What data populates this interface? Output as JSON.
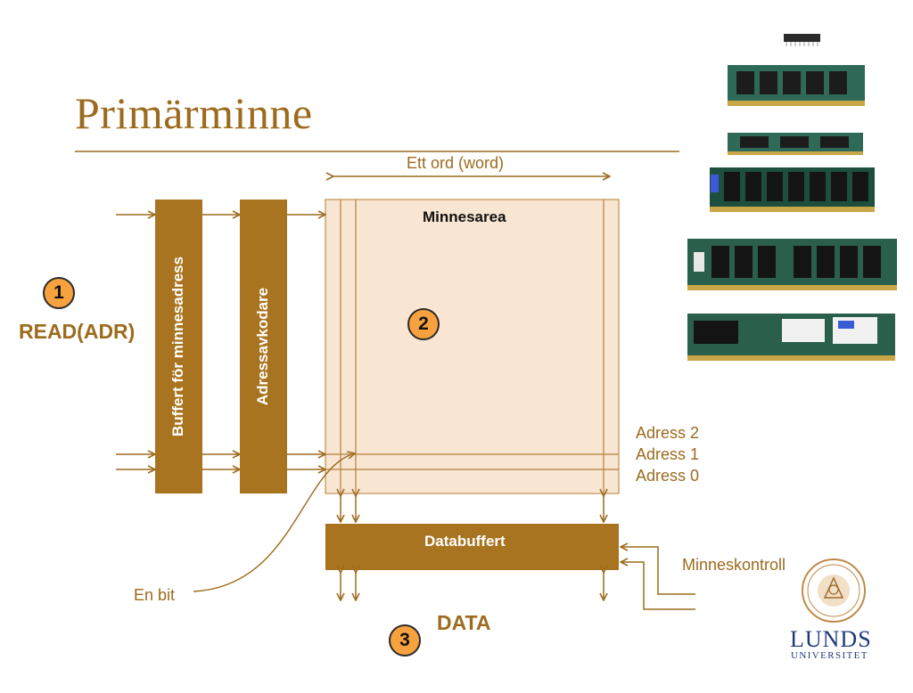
{
  "slide": {
    "title": "Primärminne",
    "read_label": "READ(ADR)",
    "word_label": "Ett ord (word)",
    "memory_area_label": "Minnesarea",
    "address_buffer_label": "Buffert för minnesadress",
    "address_decoder_label": "Adressavkodare",
    "data_buffer_label": "Databuffert",
    "address_labels": [
      "Adress 2",
      "Adress 1",
      "Adress 0"
    ],
    "memory_control_label": "Minneskontroll",
    "bit_label": "En bit",
    "data_label": "DATA",
    "steps": [
      "1",
      "2",
      "3"
    ]
  },
  "logo": {
    "name": "LUNDS",
    "sub": "UNIVERSITET"
  },
  "colors": {
    "accent": "#9c6b1e",
    "block": "#a8741f",
    "memory_fill": "#f8e5d2",
    "badge": "#f7a23e",
    "logo": "#1f3a7a"
  }
}
